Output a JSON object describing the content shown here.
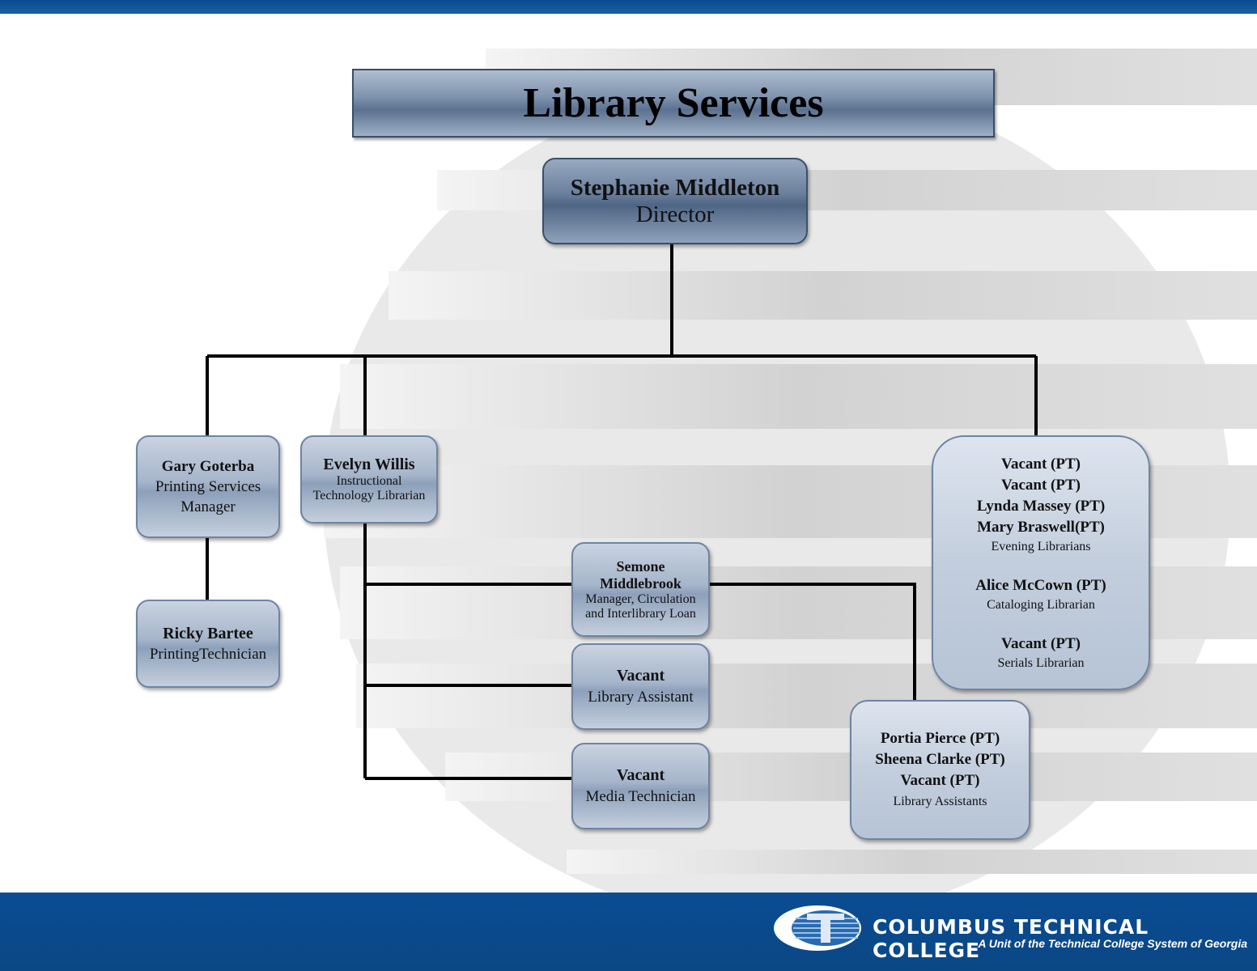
{
  "title": "Library Services",
  "director": {
    "name": "Stephanie Middleton",
    "role": "Director"
  },
  "gary": {
    "name": "Gary Goterba",
    "role1": "Printing Services",
    "role2": "Manager"
  },
  "evelyn": {
    "name": "Evelyn Willis",
    "role1": "Instructional",
    "role2": "Technology Librarian"
  },
  "ricky": {
    "name": "Ricky Bartee",
    "role": "PrintingTechnician"
  },
  "semone": {
    "name1": "Semone",
    "name2": "Middlebrook",
    "role1": "Manager, Circulation",
    "role2": "and  Interlibrary Loan"
  },
  "vacant_la": {
    "name": "Vacant",
    "role": "Library Assistant"
  },
  "vacant_mt": {
    "name": "Vacant",
    "role": "Media Technician"
  },
  "evening": {
    "names": [
      "Vacant (PT)",
      "Vacant (PT)",
      "Lynda Massey (PT)",
      "Mary Braswell(PT)"
    ],
    "role": "Evening Librarians"
  },
  "cataloging": {
    "name": "Alice McCown (PT)",
    "role": "Cataloging Librarian"
  },
  "serials": {
    "name": "Vacant (PT)",
    "role": "Serials Librarian"
  },
  "assistants": {
    "names": [
      "Portia Pierce (PT)",
      "Sheena Clarke (PT)",
      "Vacant (PT)"
    ],
    "role": "Library Assistants"
  },
  "footer": {
    "college": "COLUMBUS TECHNICAL COLLEGE",
    "subtitle": "A Unit of the Technical College System of Georgia"
  }
}
